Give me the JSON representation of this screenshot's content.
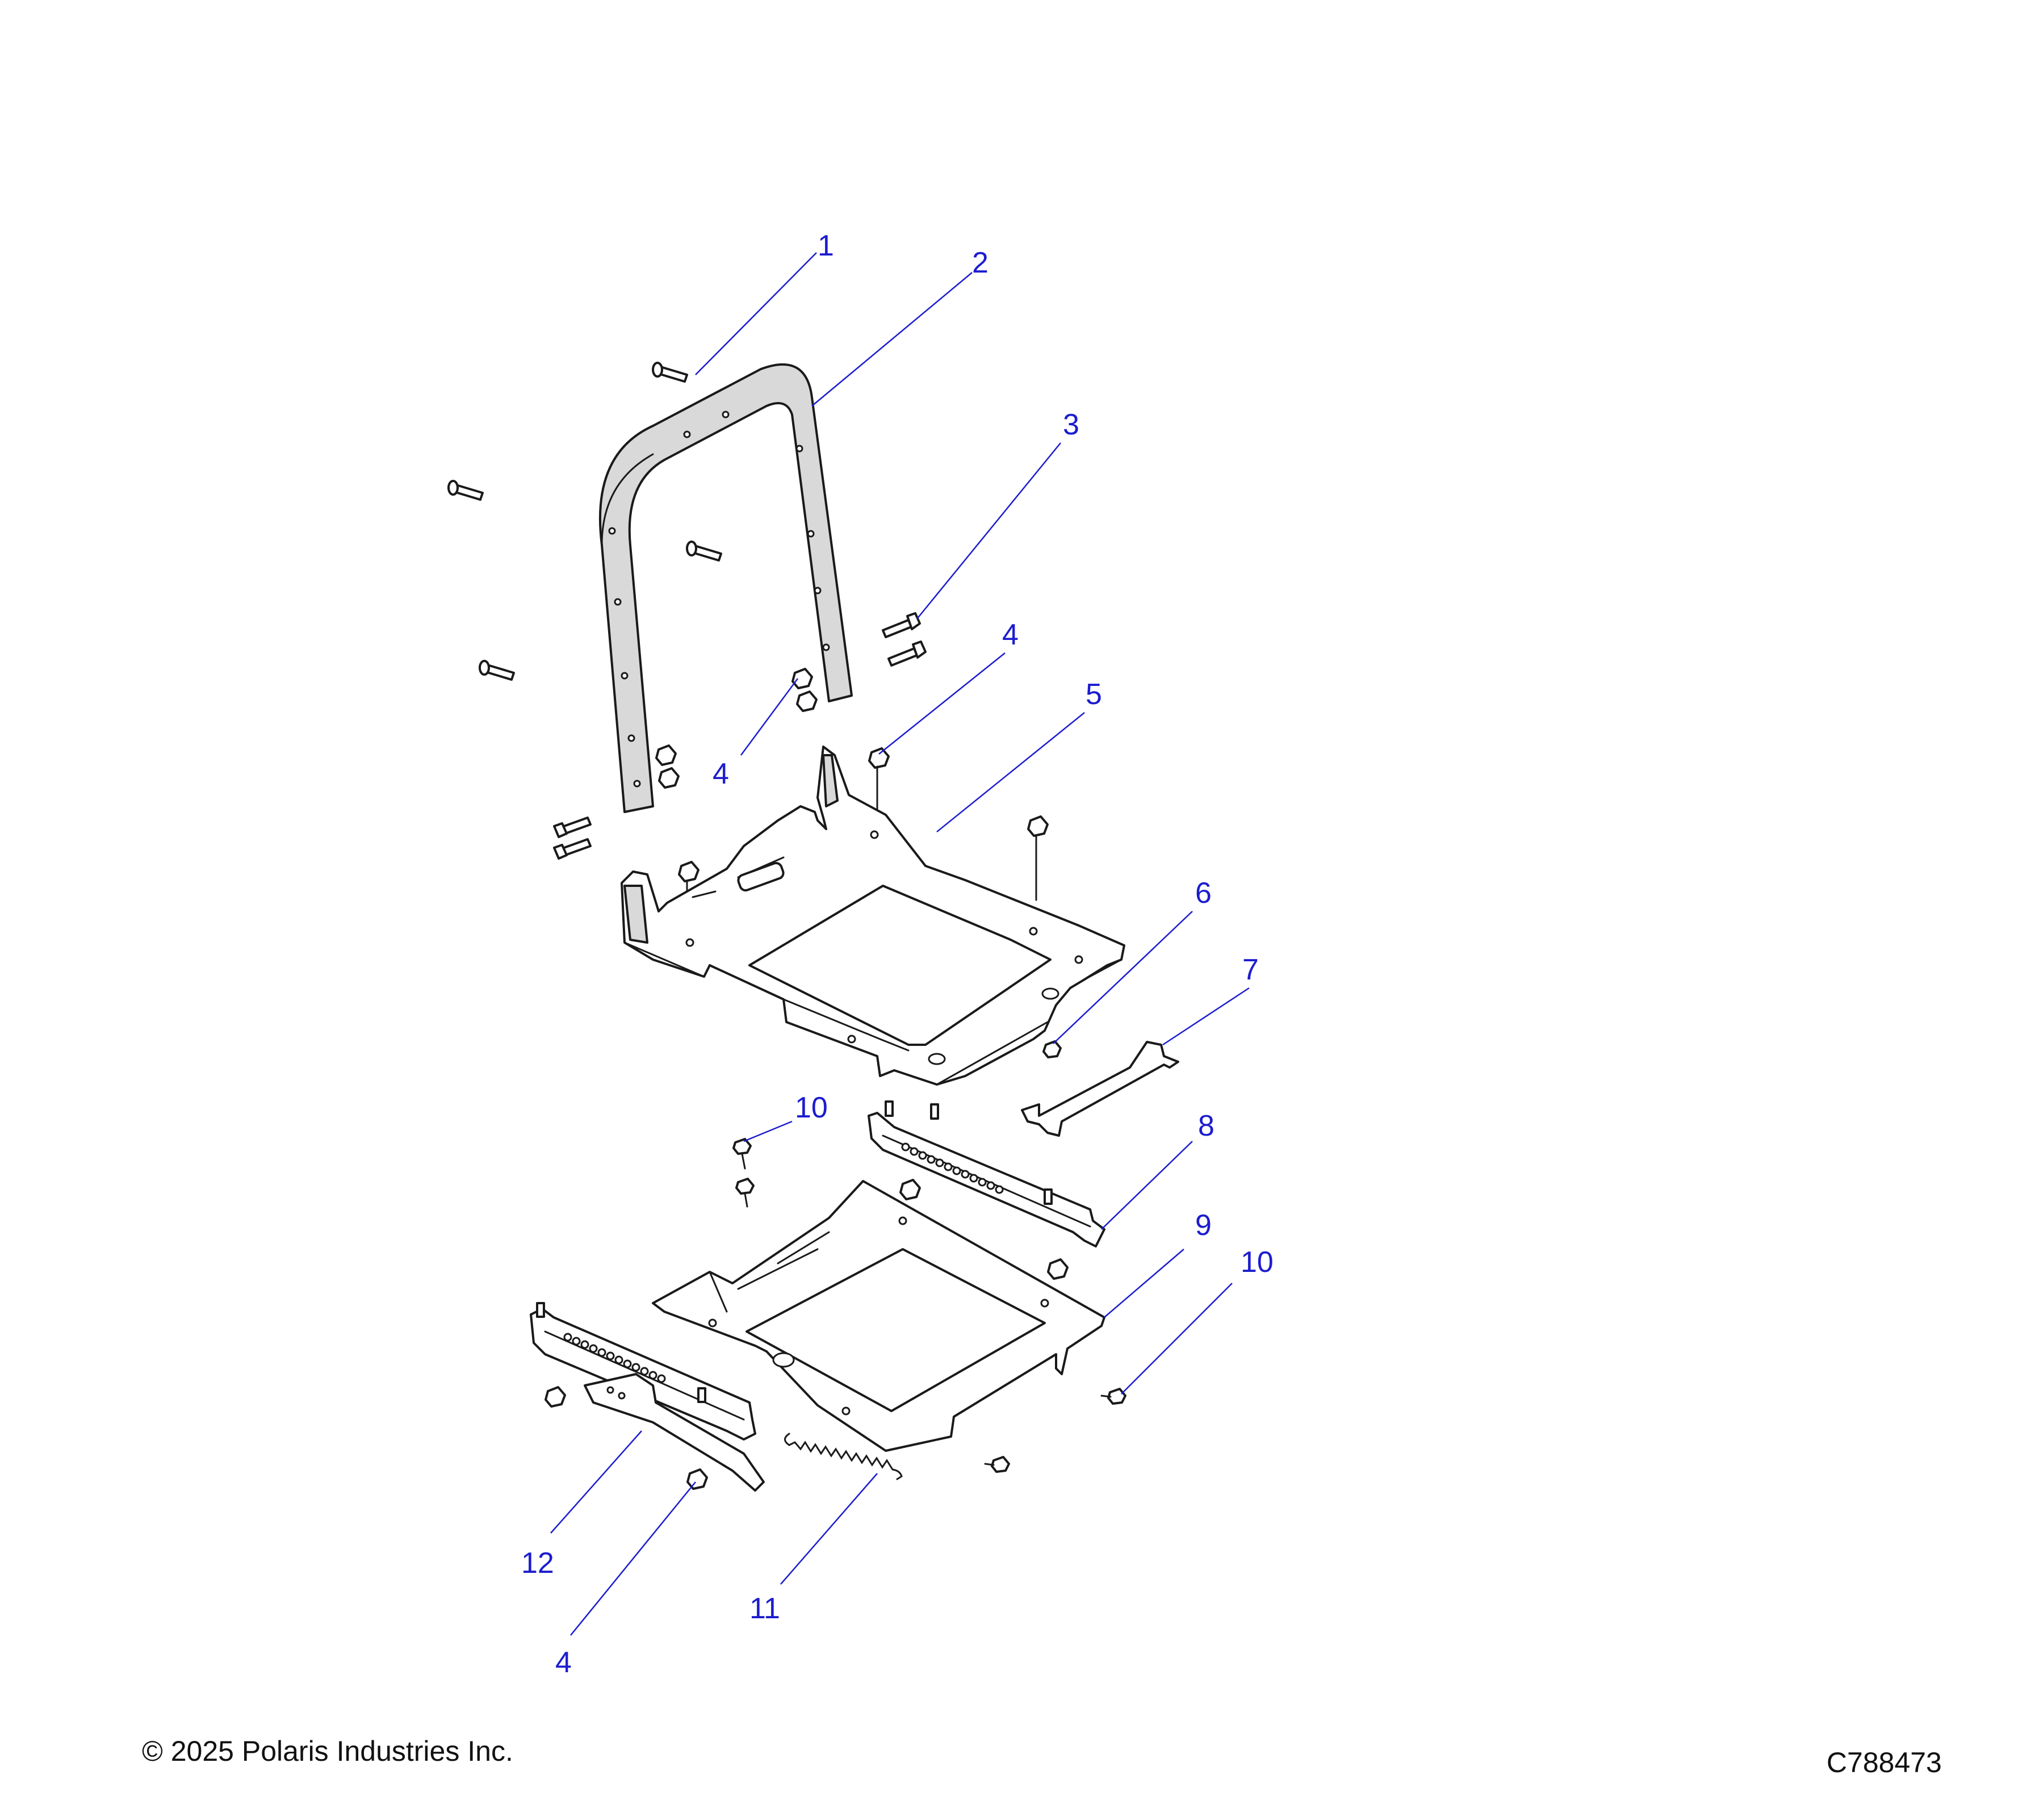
{
  "diagram": {
    "callouts": [
      "1",
      "2",
      "3",
      "4",
      "4",
      "4",
      "5",
      "6",
      "7",
      "8",
      "9",
      "10",
      "10",
      "11",
      "12",
      "4"
    ]
  },
  "footer": {
    "copyright": "© 2025 Polaris Industries Inc.",
    "figure_id": "C788473"
  },
  "colors": {
    "callout": "#1c1ccf",
    "line": "#1a1a1a"
  }
}
